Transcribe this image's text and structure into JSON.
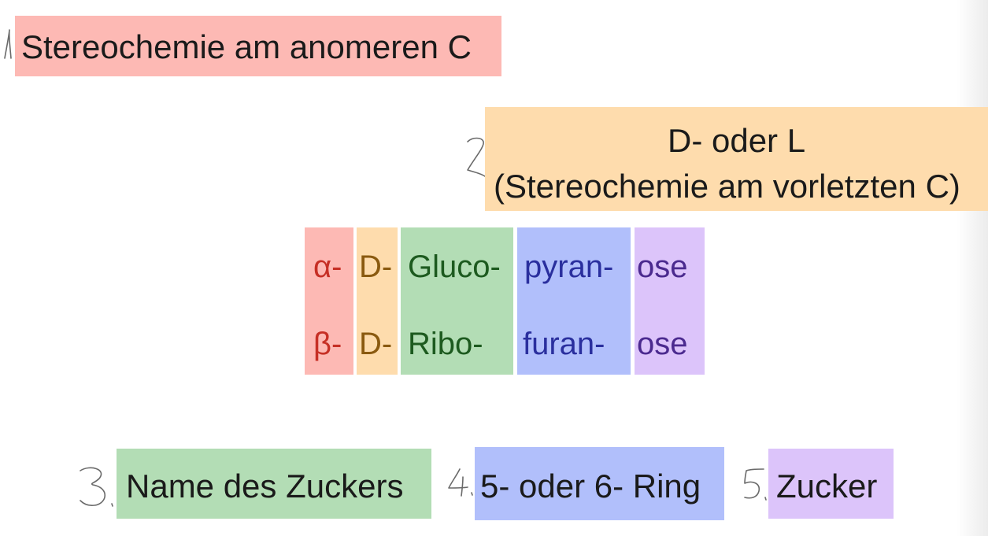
{
  "labels": {
    "anomeric": {
      "number": "1.",
      "text": "Stereochemie am anomeren C"
    },
    "dl": {
      "number": "2.",
      "line1": "D- oder L",
      "line2": "(Stereochemie am vorletzten C)"
    },
    "sugar_name": {
      "number": "3.",
      "text": "Name des Zuckers"
    },
    "ring": {
      "number": "4.",
      "text": "5- oder 6- Ring"
    },
    "sugar": {
      "number": "5.",
      "text": "Zucker"
    }
  },
  "examples": [
    {
      "anomer": "α-",
      "config": "D-",
      "name": "Gluco-",
      "ring": "pyran-",
      "suffix": "ose"
    },
    {
      "anomer": "β-",
      "config": "D-",
      "name": "Ribo-",
      "ring": "furan-",
      "suffix": "ose"
    }
  ],
  "colors": {
    "red": "#fdb9b4",
    "orange": "#fedcad",
    "green": "#b3ddb5",
    "blue": "#b1bffb",
    "purple": "#dcc4fa"
  }
}
